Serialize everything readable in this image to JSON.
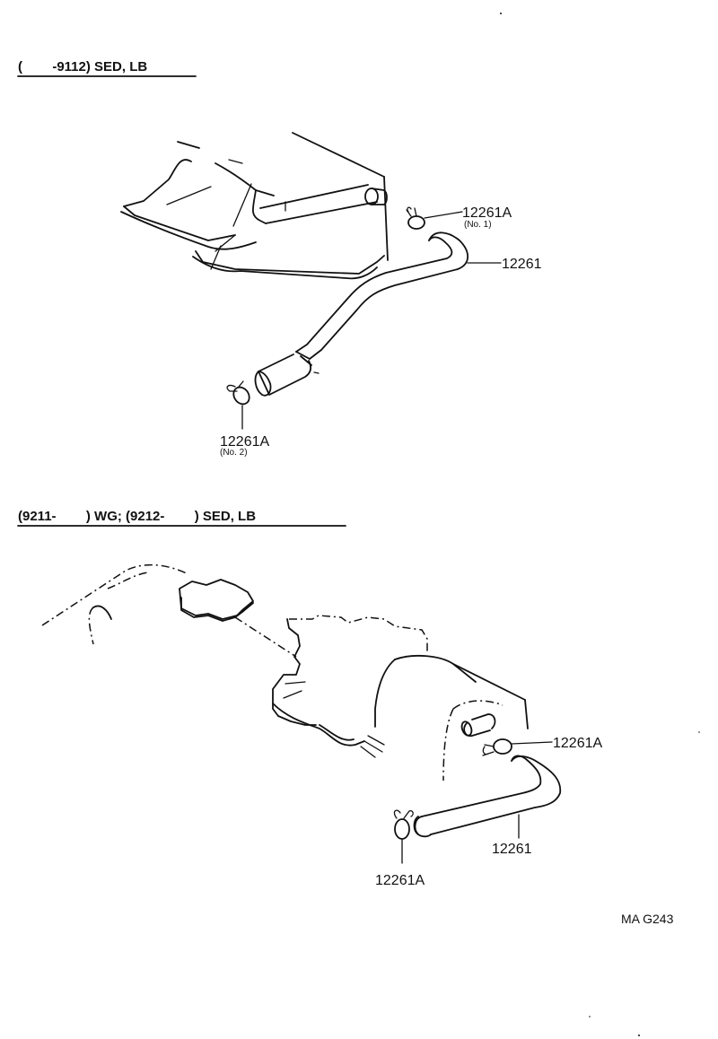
{
  "section1": {
    "heading": "(        -9112) SED, LB",
    "labels": {
      "clamp_no1": "12261A",
      "clamp_no1_note": "(No. 1)",
      "hose": "12261",
      "clamp_no2": "12261A",
      "clamp_no2_note": "(No. 2)"
    }
  },
  "section2": {
    "heading": "(9211-        ) WG; (9212-        ) SED, LB",
    "labels": {
      "clamp_upper": "12261A",
      "clamp_lower": "12261A",
      "hose": "12261"
    }
  },
  "reference_code": "MA G243"
}
